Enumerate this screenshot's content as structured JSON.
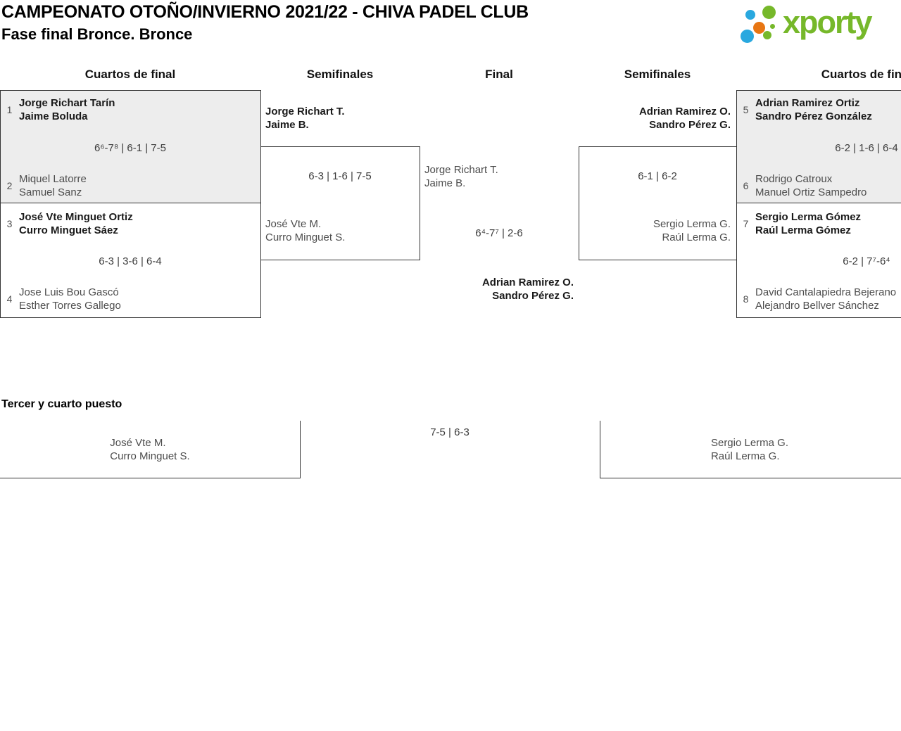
{
  "header": {
    "title": "CAMPEONATO OTOÑO/INVIERNO 2021/22 - CHIVA PADEL CLUB",
    "subtitle": "Fase final Bronce. Bronce",
    "logo_text": "xporty"
  },
  "colors": {
    "brand_green": "#76b82a",
    "brand_blue": "#29a8df",
    "brand_orange": "#e87613",
    "box_fill": "#ededed",
    "box_border": "#333333"
  },
  "columns": [
    "Cuartos de final",
    "Semifinales",
    "Final",
    "Semifinales",
    "Cuartos de final"
  ],
  "matches": {
    "qf1": {
      "seed_top": "1",
      "team_top": [
        "Jorge Richart Tarín",
        "Jaime Boluda"
      ],
      "score": "6⁶-7⁸ | 6-1 | 7-5",
      "seed_bottom": "2",
      "team_bottom": [
        "Miquel Latorre",
        "Samuel Sanz"
      ]
    },
    "qf2": {
      "seed_top": "3",
      "team_top": [
        "José Vte Minguet Ortiz",
        "Curro Minguet Sáez"
      ],
      "score": "6-3 | 3-6 | 6-4",
      "seed_bottom": "4",
      "team_bottom": [
        "Jose Luis Bou Gascó",
        "Esther Torres Gallego"
      ]
    },
    "sf_left": {
      "winner": [
        "Jorge Richart T.",
        "Jaime B."
      ],
      "score": "6-3 | 1-6 | 7-5",
      "loser": [
        "José Vte M.",
        "Curro Minguet S."
      ]
    },
    "final": {
      "team_top": [
        "Jorge Richart T.",
        "Jaime B."
      ],
      "score": "6⁴-7⁷ | 2-6",
      "team_bottom": [
        "Adrian Ramirez O.",
        "Sandro Pérez G."
      ]
    },
    "sf_right": {
      "winner": [
        "Adrian Ramirez O.",
        "Sandro Pérez G."
      ],
      "score": "6-1 | 6-2",
      "loser": [
        "Sergio Lerma G.",
        "Raúl Lerma G."
      ]
    },
    "qf3": {
      "seed_top": "5",
      "team_top": [
        "Adrian Ramirez Ortiz",
        "Sandro Pérez González"
      ],
      "score": "6-2 | 1-6 | 6-4",
      "seed_bottom": "6",
      "team_bottom": [
        "Rodrigo Catroux",
        "Manuel Ortiz Sampedro"
      ]
    },
    "qf4": {
      "seed_top": "7",
      "team_top": [
        "Sergio Lerma Gómez",
        "Raúl Lerma Gómez"
      ],
      "score": "6-2 | 7⁷-6⁴",
      "seed_bottom": "8",
      "team_bottom": [
        "David Cantalapiedra Bejerano",
        "Alejandro Bellver Sánchez"
      ]
    }
  },
  "third_place": {
    "heading": "Tercer y cuarto puesto",
    "team_left": [
      "José Vte M.",
      "Curro Minguet S."
    ],
    "score": "7-5 | 6-3",
    "team_right": [
      "Sergio Lerma G.",
      "Raúl Lerma G."
    ]
  }
}
